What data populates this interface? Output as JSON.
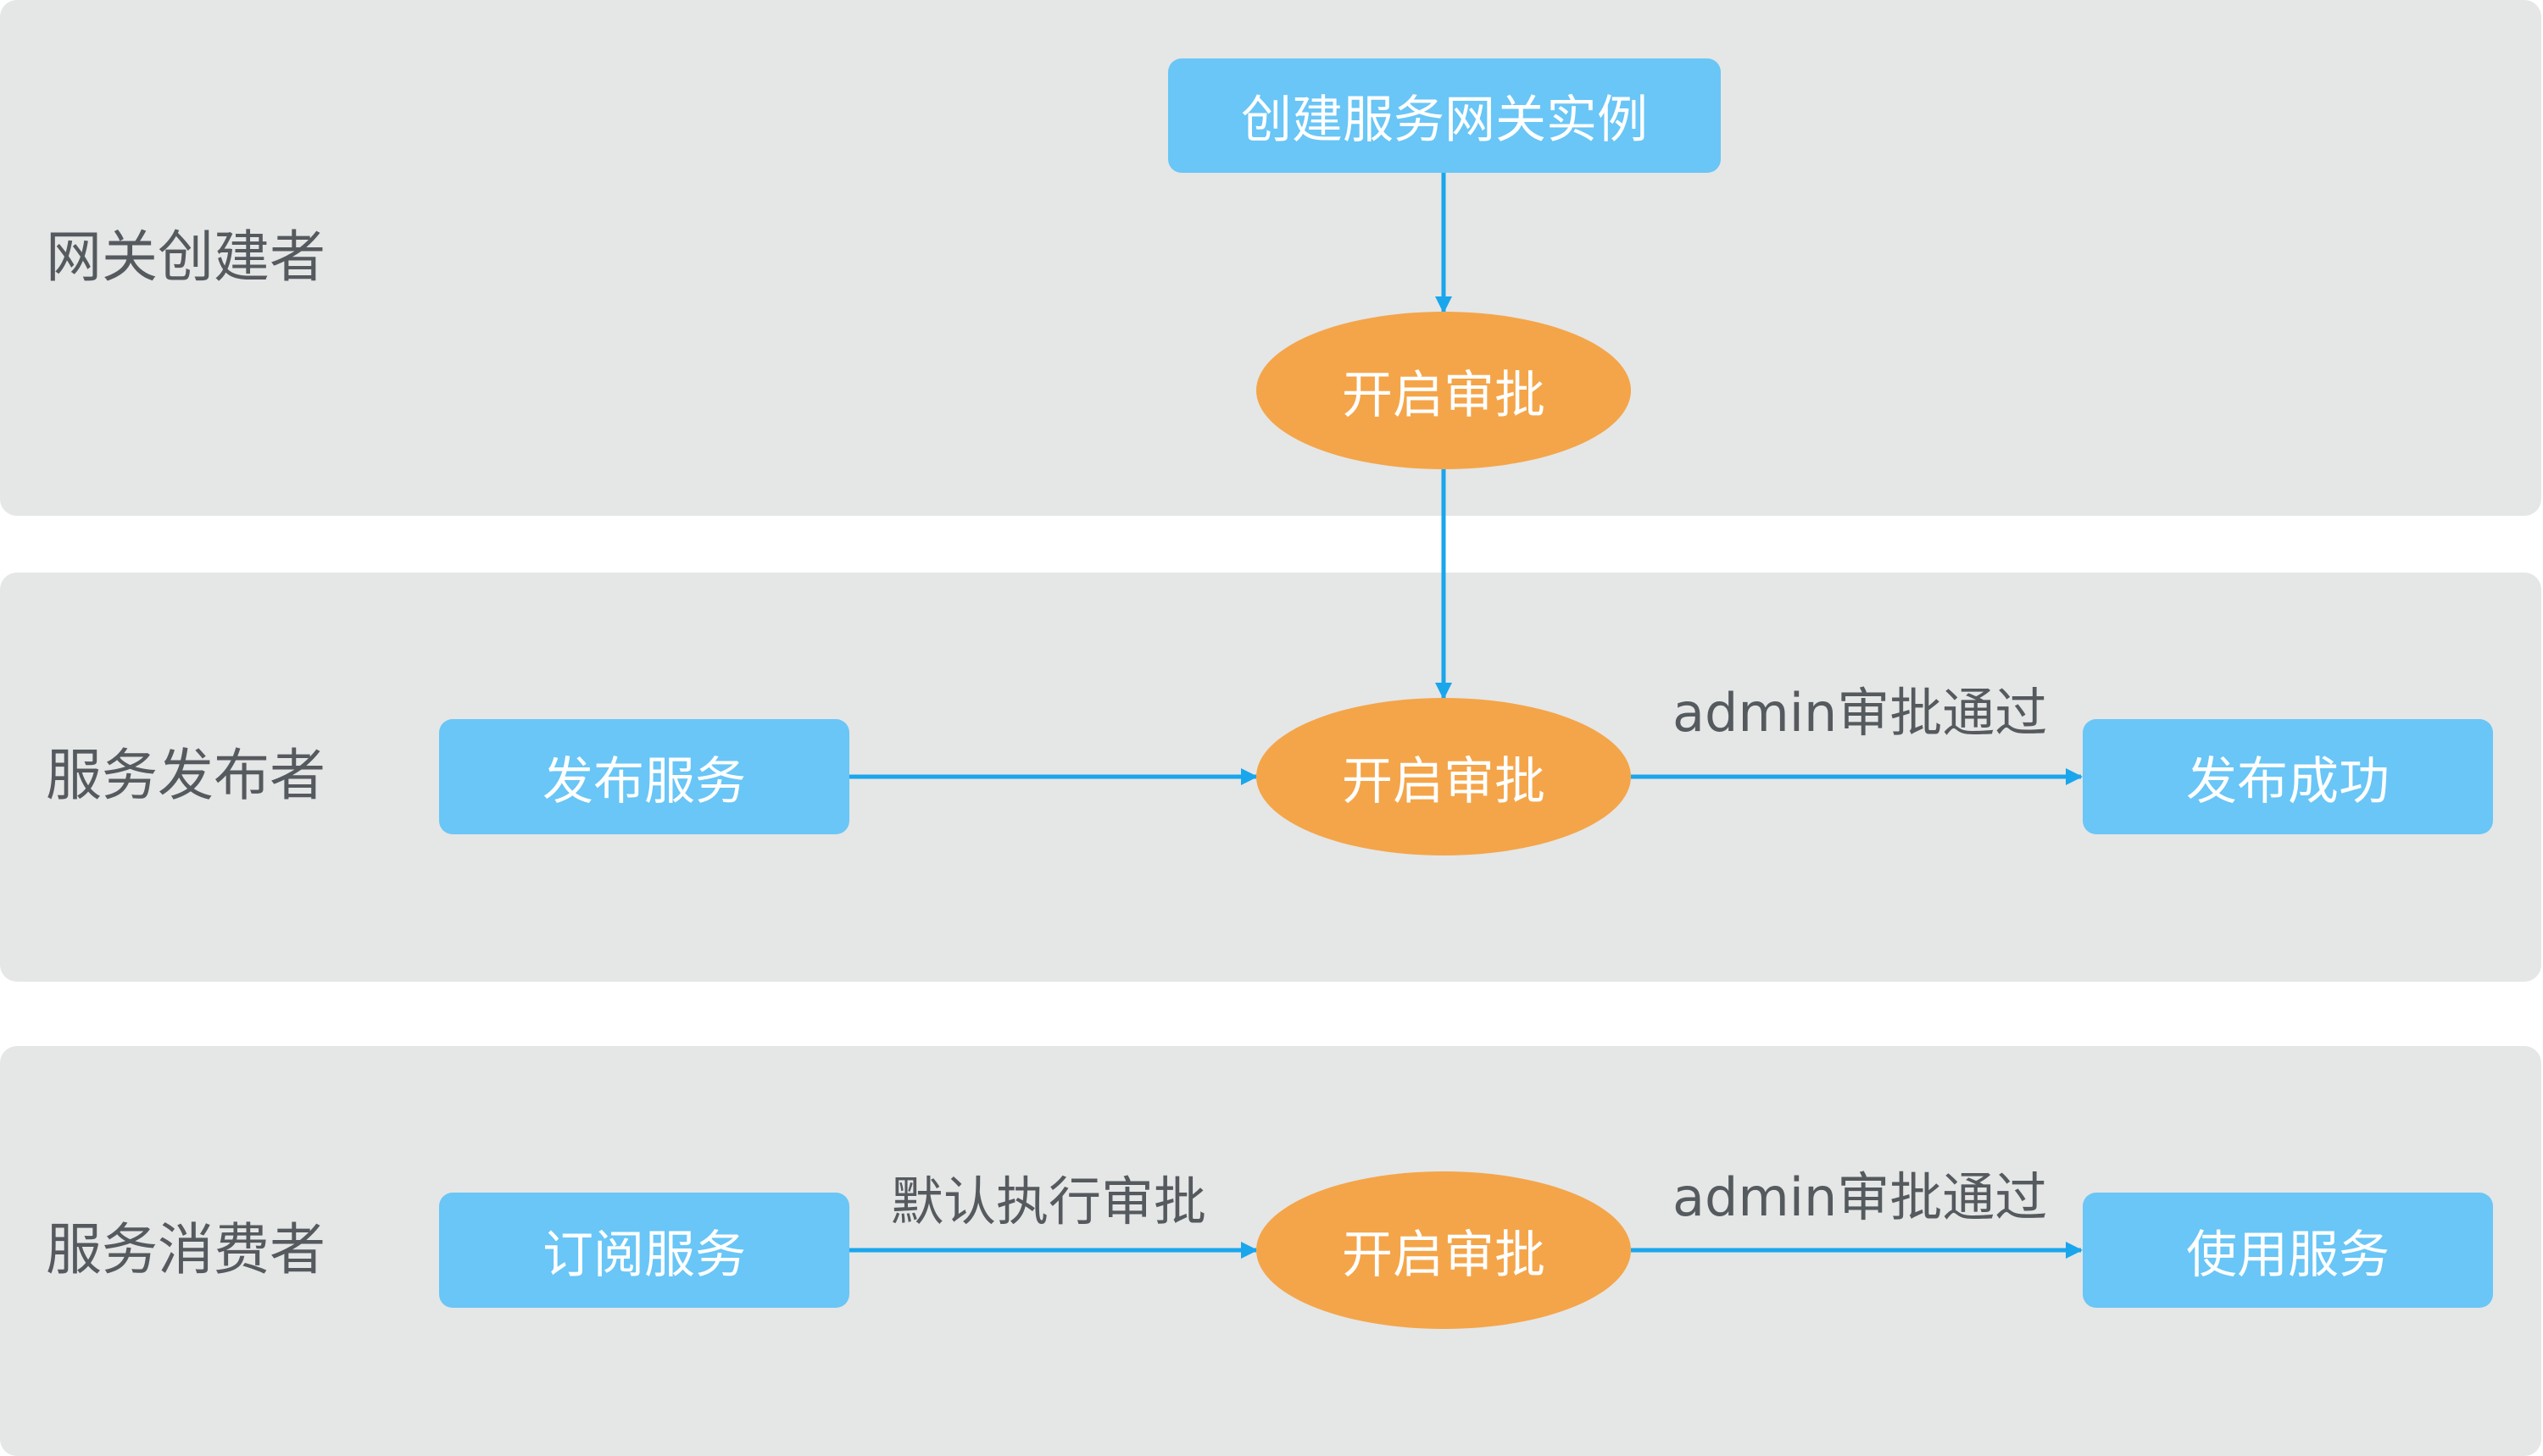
{
  "lanes": [
    {
      "label": "网关创建者"
    },
    {
      "label": "服务发布者"
    },
    {
      "label": "服务消费者"
    }
  ],
  "nodes": {
    "create_instance": "创建服务网关实例",
    "approval_1": "开启审批",
    "publish": "发布服务",
    "approval_2": "开启审批",
    "publish_success": "发布成功",
    "subscribe": "订阅服务",
    "approval_3": "开启审批",
    "use_service": "使用服务"
  },
  "edge_labels": {
    "publish_approved": "admin审批通过",
    "default_approval": "默认执行审批",
    "use_approved": "admin审批通过"
  },
  "colors": {
    "lane_bg": "#e5e6e6",
    "box": "#69c6f6",
    "ellipse": "#f4a549",
    "arrow": "#1aa6ec",
    "label_text": "#555a5e"
  }
}
